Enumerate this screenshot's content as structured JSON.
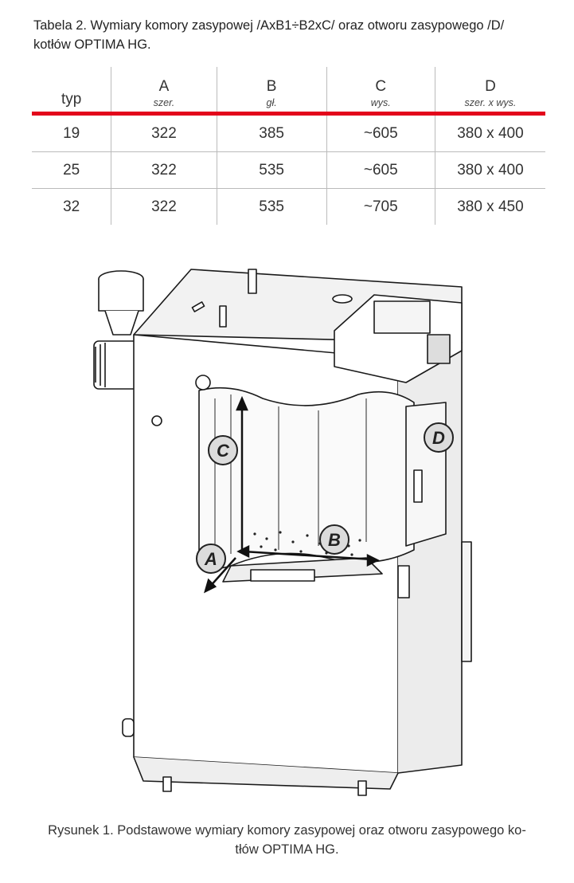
{
  "title_line1": "Tabela 2. Wymiary komory zasypowej /AxB1÷B2xC/ oraz otworu zasypowego /D/",
  "title_line2": "kotłów OPTIMA HG.",
  "table": {
    "headers": [
      {
        "label": "typ",
        "sub": ""
      },
      {
        "label": "A",
        "sub": "szer."
      },
      {
        "label": "B",
        "sub": "gł."
      },
      {
        "label": "C",
        "sub": "wys."
      },
      {
        "label": "D",
        "sub": "szer. x wys."
      }
    ],
    "rows": [
      [
        "19",
        "322",
        "385",
        "~605",
        "380 x 400"
      ],
      [
        "25",
        "322",
        "535",
        "~605",
        "380 x 400"
      ],
      [
        "32",
        "322",
        "535",
        "~705",
        "380 x 450"
      ]
    ],
    "accent_color": "#e3051b"
  },
  "figure": {
    "labels": {
      "a": "A",
      "b": "B",
      "c": "C",
      "d": "D"
    }
  },
  "caption_line1": "Rysunek 1. Podstawowe wymiary komory zasypowej oraz otworu zasypowego ko-",
  "caption_line2": "tłów OPTIMA HG."
}
